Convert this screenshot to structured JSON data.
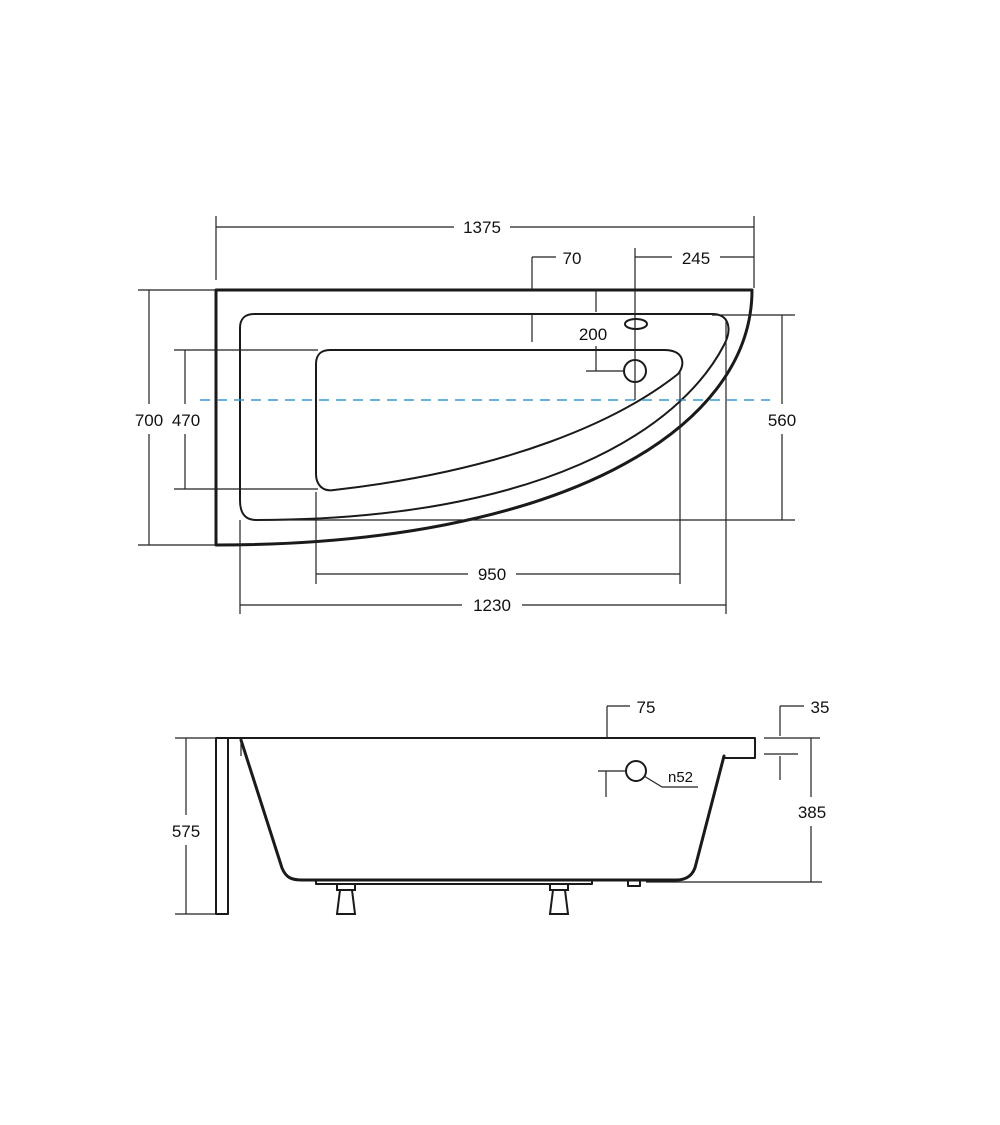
{
  "top_view": {
    "overall_length": "1375",
    "overflow_offset": "70",
    "drain_offset": "245",
    "drain_depth": "200",
    "overall_width": "700",
    "inner_bottom_width": "470",
    "rim_width": "560",
    "inner_bottom_length": "950",
    "inner_length": "1230"
  },
  "side_view": {
    "overflow_height": "75",
    "rim_thickness": "35",
    "overflow_diameter": "n52",
    "total_height": "575",
    "inner_depth": "385"
  },
  "colors": {
    "outline": "#1a1a1a",
    "center_axis": "#3a9ad0"
  }
}
